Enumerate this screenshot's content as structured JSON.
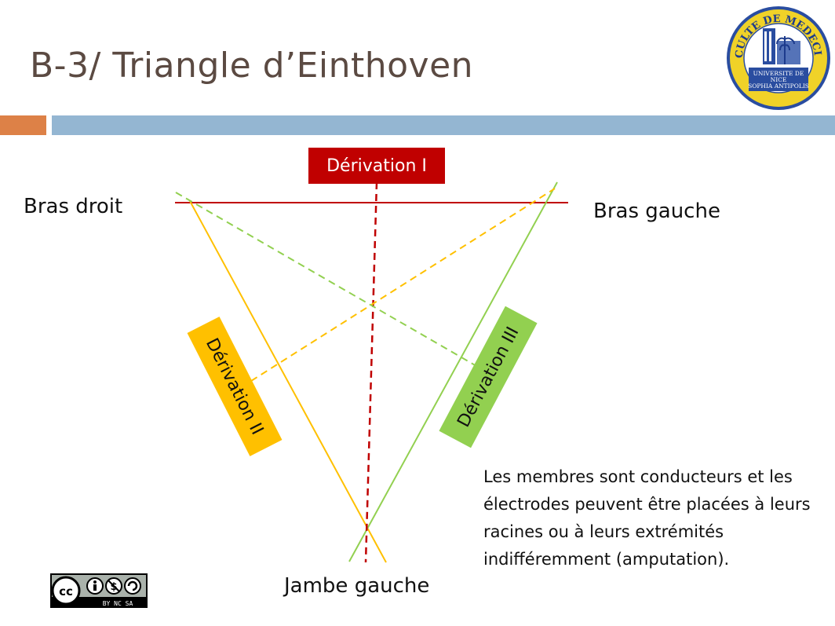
{
  "slide": {
    "title": "B-3/ Triangle d’Einthoven",
    "accent_orange": "#dd8147",
    "accent_blue": "#94b6d2",
    "title_color": "#5b4a42"
  },
  "logo": {
    "top_text": "FACULTE DE MEDECINE",
    "university": "UNIVERSITE DE",
    "city": "NICE",
    "campus": "SOPHIA ANTIPOLIS"
  },
  "diagram": {
    "label_right_arm": "Bras droit",
    "label_left_arm": "Bras gauche",
    "label_left_leg": "Jambe gauche",
    "lead_1": {
      "label": "Dérivation I",
      "color": "#c00000"
    },
    "lead_2": {
      "label": "Dérivation II",
      "color": "#ffc000"
    },
    "lead_3": {
      "label": "Dérivation III",
      "color": "#92d050"
    }
  },
  "note": "Les membres sont conducteurs et les électrodes peuvent être placées à leurs racines ou à leurs extrémités indifféremment (amputation).",
  "license": {
    "icon": "cc-by-nc-sa-icon",
    "text": "BY  NC  SA"
  }
}
